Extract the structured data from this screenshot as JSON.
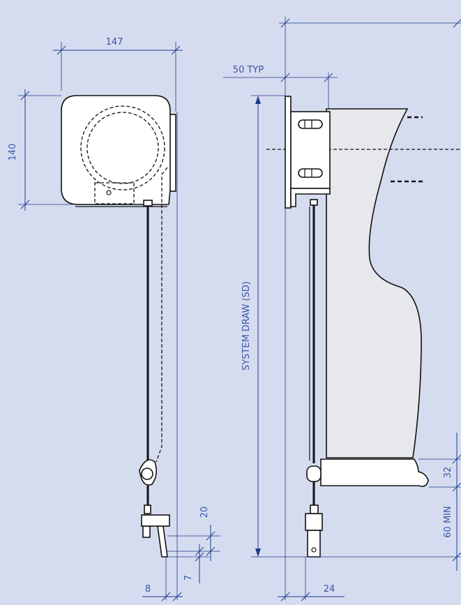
{
  "labels": {
    "housing_width": "147",
    "housing_height": "140",
    "bracket_offset": "50 TYP",
    "system_draw": "SYSTEM DRAW (SD)",
    "cleat_gap": "20",
    "cleat_offset": "7",
    "wall_gap": "8",
    "bottom_width": "24",
    "bottom_rail": "32",
    "min_clearance": "60 MIN"
  },
  "colors": {
    "background": "#d6dcf0",
    "dimension_line": "#1c3a8c",
    "dimension_text": "#3a56a6",
    "outline": "#111111",
    "fabric": "#e6e8ec"
  }
}
